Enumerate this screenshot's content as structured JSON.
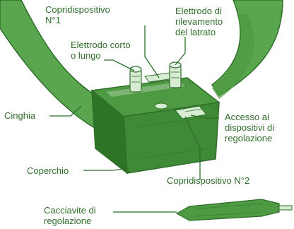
{
  "diagram": {
    "labels": {
      "cover1": "Copridispositivo\nN°1",
      "bark_sensor": "Elettrodo di\nrilevamento\ndel latrato",
      "short_long_electrode": "Elettrodo corto\no lungo",
      "strap": "Cinghia",
      "adjust_access": "Accesso ai\ndispositivi di\nregolazione",
      "lid": "Coperchio",
      "cover2": "Copridispositivo N°2",
      "screwdriver": "Cacciavite di\nregolazione"
    },
    "colors": {
      "ink": "#2f6e2a",
      "strap_fill": "#5aa64f",
      "body_top": "#4d9a42",
      "body_front": "#3f8a36",
      "body_side": "#2e7427",
      "highlight": "#d7ecd2",
      "background": "#ffffff"
    }
  }
}
